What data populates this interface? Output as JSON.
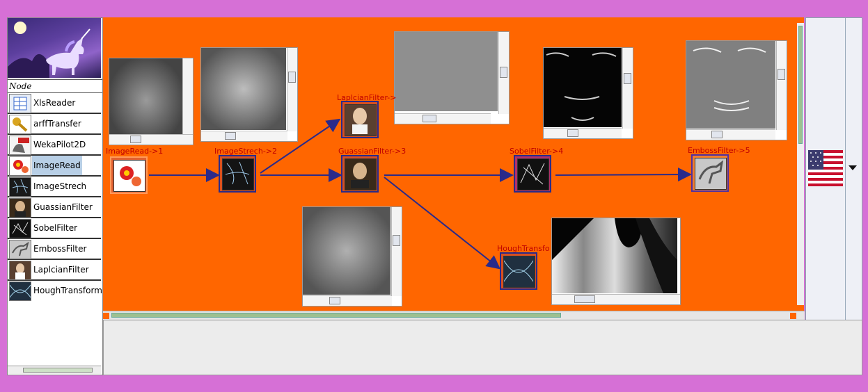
{
  "sidebar": {
    "header": "Node",
    "items": [
      {
        "label": "XlsReader",
        "icon": "spreadsheet-icon"
      },
      {
        "label": "arffTransfer",
        "icon": "key-icon"
      },
      {
        "label": "WekaPilot2D",
        "icon": "weka-bird-icon"
      },
      {
        "label": "ImageRead",
        "icon": "flower-image-icon",
        "selected": true
      },
      {
        "label": "ImageStrech",
        "icon": "lightning-image-icon"
      },
      {
        "label": "GuassianFilter",
        "icon": "gauss-portrait-icon"
      },
      {
        "label": "SobelFilter",
        "icon": "edge-image-icon"
      },
      {
        "label": "EmbossFilter",
        "icon": "emboss-horse-icon"
      },
      {
        "label": "LaplcianFilter",
        "icon": "laplace-portrait-icon"
      },
      {
        "label": "HoughTransform",
        "icon": "hough-image-icon"
      }
    ]
  },
  "canvas": {
    "background": "#ff6600",
    "edge_color": "#2a2a8a",
    "nodes": [
      {
        "label": "ImageRead->1",
        "icon": "flower-image-icon"
      },
      {
        "label": "ImageStrech->2",
        "icon": "lightning-image-icon"
      },
      {
        "label": "LaplcianFilter->",
        "icon": "laplace-portrait-icon"
      },
      {
        "label": "GuassianFilter->3",
        "icon": "gauss-portrait-icon"
      },
      {
        "label": "SobelFilter->4",
        "icon": "edge-image-icon"
      },
      {
        "label": "EmbossFilter->5",
        "icon": "emboss-horse-icon"
      },
      {
        "label": "HoughTransfo",
        "icon": "hough-image-icon"
      }
    ]
  },
  "language_selector": {
    "flag": "us-flag-icon",
    "arrow": "chevron-down-icon"
  },
  "colors": {
    "frame": "#d670d6",
    "selected": "#b8cfe6"
  }
}
